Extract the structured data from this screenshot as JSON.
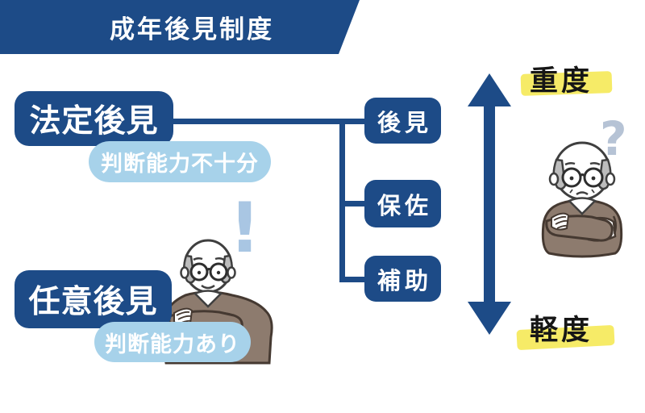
{
  "banner": {
    "title": "成年後見制度"
  },
  "left_column": {
    "legal_guardianship": {
      "label": "法定後見",
      "capacity_note": "判断能力不十分"
    },
    "voluntary_guardianship": {
      "label": "任意後見",
      "capacity_note": "判断能力あり"
    }
  },
  "guardianship_types": [
    {
      "label": "後見"
    },
    {
      "label": "保佐"
    },
    {
      "label": "補助"
    }
  ],
  "severity_scale": {
    "top_label": "重度",
    "bottom_label": "軽度"
  },
  "annotations": {
    "question_mark": "?",
    "exclamation_mark": "!"
  },
  "colors": {
    "primary_blue": "#1d4b87",
    "light_blue": "#a7d2ea",
    "highlight_yellow": "#f6eb67",
    "label_text_dark": "#161616",
    "mark_light_blue": "#a9c6e3",
    "mark_gray_blue": "#b6c3d5",
    "sweater_brown": "#8d7b6e"
  }
}
